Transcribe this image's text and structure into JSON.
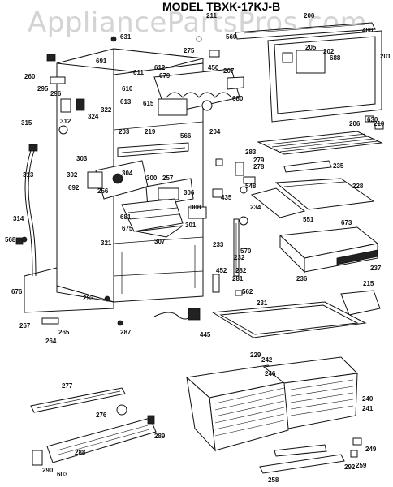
{
  "watermark": "AppliancePartsPros.com",
  "title": "MODEL TBXK-17KJ-B",
  "part_numbers": [
    "200",
    "201",
    "202",
    "203",
    "204",
    "205",
    "206",
    "207",
    "210",
    "211",
    "215",
    "219",
    "228",
    "229",
    "231",
    "232",
    "233",
    "234",
    "235",
    "236",
    "237",
    "240",
    "241",
    "242",
    "246",
    "249",
    "256",
    "257",
    "258",
    "259",
    "260",
    "264",
    "265",
    "267",
    "275",
    "276",
    "277",
    "278",
    "279",
    "281",
    "282",
    "283",
    "287",
    "288",
    "289",
    "290",
    "292",
    "293",
    "295",
    "296",
    "300",
    "301",
    "302",
    "303",
    "304",
    "306",
    "307",
    "308",
    "312",
    "313",
    "314",
    "315",
    "321",
    "322",
    "324",
    "435",
    "445",
    "450",
    "452",
    "480",
    "548",
    "551",
    "560",
    "562",
    "566",
    "568",
    "570",
    "603",
    "610",
    "611",
    "612",
    "613",
    "615",
    "630",
    "631",
    "673",
    "675",
    "676",
    "679",
    "680",
    "681",
    "688",
    "691",
    "692"
  ]
}
